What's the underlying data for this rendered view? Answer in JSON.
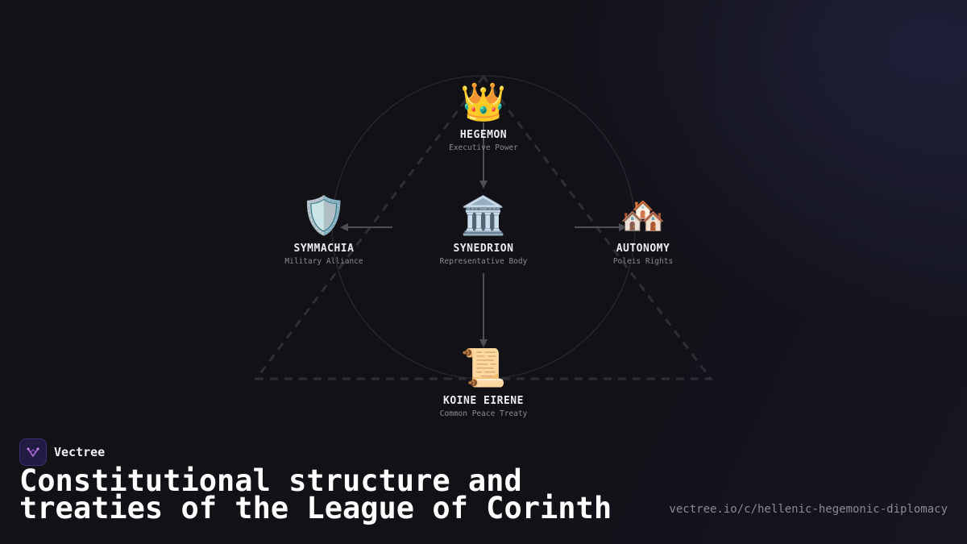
{
  "diagram": {
    "nodes": [
      {
        "id": "hegemon",
        "icon": "crown-icon",
        "glyph": "👑",
        "title": "HEGEMON",
        "subtitle": "Executive Power"
      },
      {
        "id": "symmachia",
        "icon": "shield-icon",
        "glyph": "🛡️",
        "title": "SYMMACHIA",
        "subtitle": "Military Alliance"
      },
      {
        "id": "synedrion",
        "icon": "classical-building-icon",
        "glyph": "🏛️",
        "title": "SYNEDRION",
        "subtitle": "Representative Body"
      },
      {
        "id": "autonomy",
        "icon": "houses-icon",
        "glyph": "🏘️",
        "title": "AUTONOMY",
        "subtitle": "Poleis Rights"
      },
      {
        "id": "koine-eirene",
        "icon": "scroll-icon",
        "glyph": "📜",
        "title": "KOINE EIRENE",
        "subtitle": "Common Peace Treaty"
      }
    ],
    "edges": [
      {
        "from": "hegemon",
        "to": "synedrion"
      },
      {
        "from": "synedrion",
        "to": "symmachia"
      },
      {
        "from": "synedrion",
        "to": "autonomy"
      },
      {
        "from": "synedrion",
        "to": "koine-eirene"
      }
    ]
  },
  "brand": {
    "name": "Vectree",
    "icon": "vectree-logo-icon"
  },
  "headline": "Constitutional structure and treaties of the League of Corinth",
  "url": "vectree.io/c/hellenic-hegemonic-diplomacy",
  "colors": {
    "background": "#111116",
    "connector": "#4a4a50",
    "logo_bg": "#221c44",
    "logo_accent": "#b06ad8"
  }
}
